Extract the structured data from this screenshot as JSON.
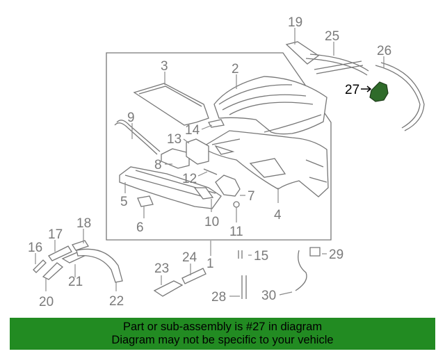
{
  "diagram": {
    "callouts": [
      {
        "id": "c1",
        "label": "1"
      },
      {
        "id": "c2",
        "label": "2"
      },
      {
        "id": "c3",
        "label": "3"
      },
      {
        "id": "c4",
        "label": "4"
      },
      {
        "id": "c5",
        "label": "5"
      },
      {
        "id": "c6",
        "label": "6"
      },
      {
        "id": "c7",
        "label": "7"
      },
      {
        "id": "c8",
        "label": "8"
      },
      {
        "id": "c9",
        "label": "9"
      },
      {
        "id": "c10",
        "label": "10"
      },
      {
        "id": "c11",
        "label": "11"
      },
      {
        "id": "c12",
        "label": "12"
      },
      {
        "id": "c13",
        "label": "13"
      },
      {
        "id": "c14",
        "label": "14"
      },
      {
        "id": "c15",
        "label": "15"
      },
      {
        "id": "c16",
        "label": "16"
      },
      {
        "id": "c17",
        "label": "17"
      },
      {
        "id": "c18",
        "label": "18"
      },
      {
        "id": "c19",
        "label": "19"
      },
      {
        "id": "c20",
        "label": "20"
      },
      {
        "id": "c21",
        "label": "21"
      },
      {
        "id": "c22",
        "label": "22"
      },
      {
        "id": "c23",
        "label": "23"
      },
      {
        "id": "c24",
        "label": "24"
      },
      {
        "id": "c25",
        "label": "25"
      },
      {
        "id": "c26",
        "label": "26"
      },
      {
        "id": "c27",
        "label": "27"
      },
      {
        "id": "c28",
        "label": "28"
      },
      {
        "id": "c29",
        "label": "29"
      },
      {
        "id": "c30",
        "label": "30"
      }
    ],
    "highlighted_part": "27",
    "highlight_color": "#2f6b2a",
    "line_color": "#777777"
  },
  "banner": {
    "line1": "Part or sub-assembly is #27 in diagram",
    "line2": "Diagram may not be specific to your vehicle",
    "background": "#228b22"
  }
}
